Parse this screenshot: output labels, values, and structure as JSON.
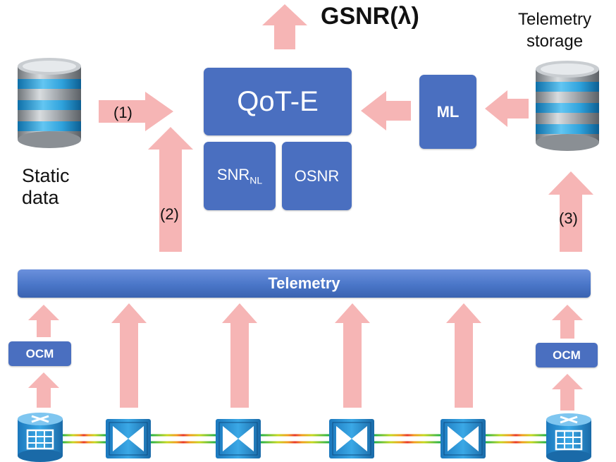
{
  "title": "GSNR(λ)",
  "qote": "QoT-E",
  "snr": {
    "main": "SNR",
    "sub": "NL"
  },
  "osnr": "OSNR",
  "ml": "ML",
  "telemetry_bar": "Telemetry",
  "static_data": {
    "line1": "Static",
    "line2": "data"
  },
  "telemetry_storage": {
    "line1": "Telemetry",
    "line2": "storage"
  },
  "arrow_labels": {
    "a1": "(1)",
    "a2": "(2)",
    "a3": "(3)"
  },
  "ocm_left": "OCM",
  "ocm_right": "OCM",
  "colors": {
    "box_blue": "#4a6fc0",
    "bar_blue": "#4a76c8",
    "arrow_pink": "#f6b5b5",
    "amp_blue": "#2a8fd0",
    "fiber_gradient": [
      "#21b14b",
      "#c7d81f",
      "#f39a1e",
      "#e8362a",
      "#f39a1e",
      "#c7d81f",
      "#21b14b"
    ]
  },
  "icons": {
    "database": "database-stack-icon",
    "router": "router-icon",
    "amplifier": "amplifier-icon"
  }
}
